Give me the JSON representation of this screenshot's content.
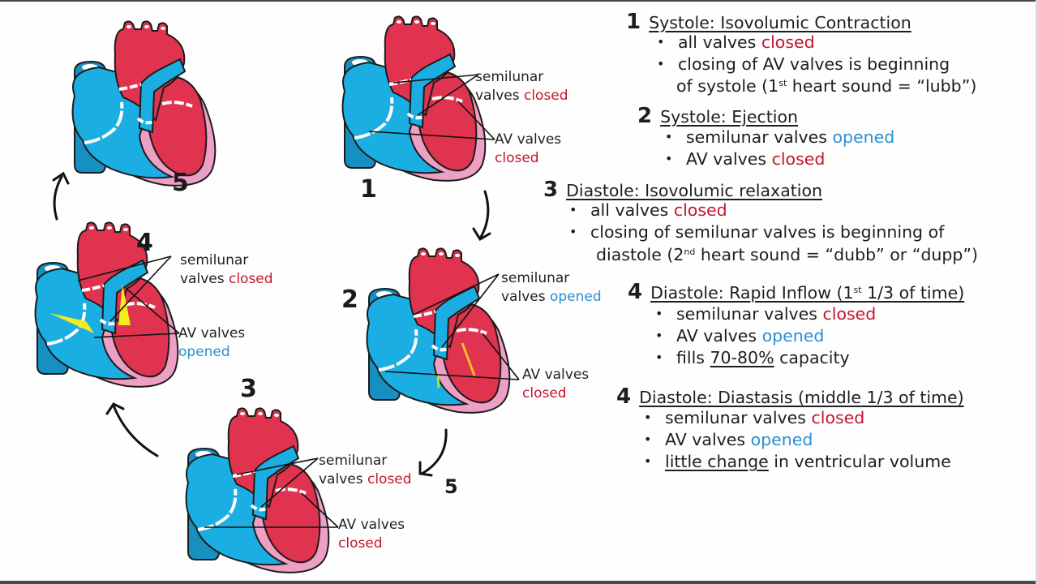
{
  "colors": {
    "oxygenated": "#e0334f",
    "deoxygenated": "#1aaee3",
    "vein_dark": "#1690c0",
    "myocardium": "#ee9fc4",
    "outline": "#1c1c1c",
    "closed_text": "#c4162e",
    "opened_text": "#2a8fd0",
    "flow_yellow": "#f4ec20"
  },
  "hearts": [
    {
      "stage": "1",
      "semilunar_label": "semilunar",
      "semilunar_prefix": "valves",
      "semilunar_state": "closed",
      "av_label": "AV valves",
      "av_state": "closed"
    },
    {
      "stage": "2",
      "semilunar_label": "semilunar",
      "semilunar_prefix": "valves",
      "semilunar_state": "opened",
      "av_label": "AV valves",
      "av_state": "closed"
    },
    {
      "stage": "3",
      "semilunar_label": "semilunar",
      "semilunar_prefix": "valves",
      "semilunar_state": "closed",
      "av_label": "AV valves",
      "av_state": "closed"
    },
    {
      "stage": "4",
      "semilunar_label": "semilunar",
      "semilunar_prefix": "valves",
      "semilunar_state": "closed",
      "av_label": "AV valves",
      "av_state": "opened"
    },
    {
      "stage": "5"
    }
  ],
  "cycle_labels": {
    "arrow_5": "5"
  },
  "notes": [
    {
      "number": "1",
      "title": "Systole: Isovolumic Contraction",
      "bullets": [
        {
          "pre": "all valves ",
          "state": "closed"
        },
        {
          "line1": "closing of AV valves is beginning",
          "line2_pre": "of systole (1",
          "line2_sup": "st",
          "line2_post": " heart sound = “lubb”)"
        }
      ]
    },
    {
      "number": "2",
      "title": "Systole: Ejection",
      "bullets": [
        {
          "pre": "semilunar valves ",
          "state": "opened"
        },
        {
          "pre": "AV valves ",
          "state": "closed"
        }
      ]
    },
    {
      "number": "3",
      "title": "Diastole: Isovolumic relaxation",
      "bullets": [
        {
          "pre": "all valves ",
          "state": "closed"
        },
        {
          "line1": "closing of semilunar valves is beginning of",
          "line2_pre": "diastole (2",
          "line2_sup": "nd",
          "line2_post": " heart sound = “dubb” or “dupp”)"
        }
      ]
    },
    {
      "number": "4",
      "title_pre": "Diastole: Rapid Inflow (1",
      "title_sup": "st",
      "title_post": " 1/3 of time)",
      "bullets": [
        {
          "pre": "semilunar valves ",
          "state": "closed"
        },
        {
          "pre": "AV valves ",
          "state": "opened"
        },
        {
          "pre": "fills ",
          "underlined": "70-80%",
          "post": " capacity"
        }
      ]
    },
    {
      "number": "4",
      "title": "Diastole: Diastasis (middle 1/3 of time)",
      "bullets": [
        {
          "pre": "semilunar valves ",
          "state": "closed"
        },
        {
          "pre": "AV valves ",
          "state": "opened"
        },
        {
          "underlined": "little change",
          "post": " in ventricular volume"
        }
      ]
    }
  ]
}
